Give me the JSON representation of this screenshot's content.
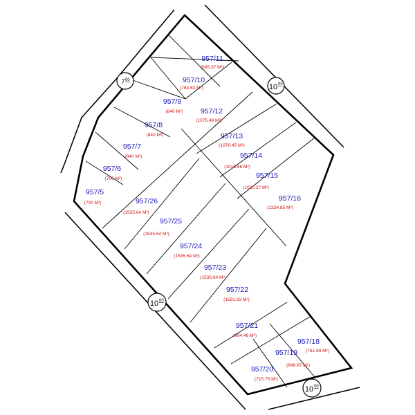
{
  "lots": [
    {
      "id": "957/5",
      "area": "(700 M²)"
    },
    {
      "id": "957/6",
      "area": "(700 M²)"
    },
    {
      "id": "957/7",
      "area": "(840 M²)"
    },
    {
      "id": "957/8",
      "area": "(840 M²)"
    },
    {
      "id": "957/9",
      "area": "(840 M²)"
    },
    {
      "id": "957/10",
      "area": "(784.63 M²)"
    },
    {
      "id": "957/11",
      "area": "(895.37 M²)"
    },
    {
      "id": "957/12",
      "area": "(1075.48 M²)"
    },
    {
      "id": "957/13",
      "area": "(1076.45 M²)"
    },
    {
      "id": "957/14",
      "area": "(1015.66 M²)"
    },
    {
      "id": "957/15",
      "area": "(1020.27 M²)"
    },
    {
      "id": "957/16",
      "area": "(1324.85 M²)"
    },
    {
      "id": "957/26",
      "area": "(1535.64 M²)"
    },
    {
      "id": "957/25",
      "area": "(1535.64 M²)"
    },
    {
      "id": "957/24",
      "area": "(1535.64 M²)"
    },
    {
      "id": "957/23",
      "area": "(1535.64 M²)"
    },
    {
      "id": "957/22",
      "area": "(1591.63 M²)"
    },
    {
      "id": "957/21",
      "area": "(904.46 M²)"
    },
    {
      "id": "957/20",
      "area": "(715.75 M²)"
    },
    {
      "id": "957/19",
      "area": "(649.87 M²)"
    },
    {
      "id": "957/18",
      "area": "(761.69 M²)"
    }
  ],
  "roads": [
    {
      "base": "7",
      "sup": "00"
    },
    {
      "base": "10",
      "sup": "00"
    },
    {
      "base": "10",
      "sup": "00"
    },
    {
      "base": "10",
      "sup": "00"
    }
  ]
}
